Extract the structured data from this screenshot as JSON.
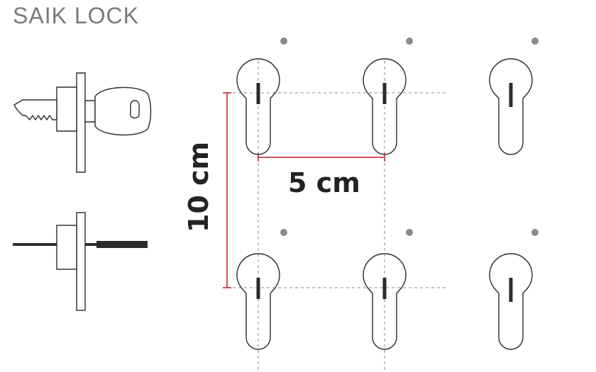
{
  "title": "SAIK LOCK",
  "dimensions": {
    "horizontal_label": "5 cm",
    "vertical_label": "10 cm"
  },
  "colors": {
    "title": "#7a7a7a",
    "line": "#2b2b2b",
    "dimension": "#c0182a",
    "guide": "#8a8a8a",
    "dot": "#8a8a8a"
  },
  "icons": {
    "key": "key-in-lock-side-view-icon",
    "cable": "cable-through-lock-side-view-icon",
    "lock_hole": "keyhole-cutout-icon",
    "screw": "screw-hole-dot-icon"
  }
}
